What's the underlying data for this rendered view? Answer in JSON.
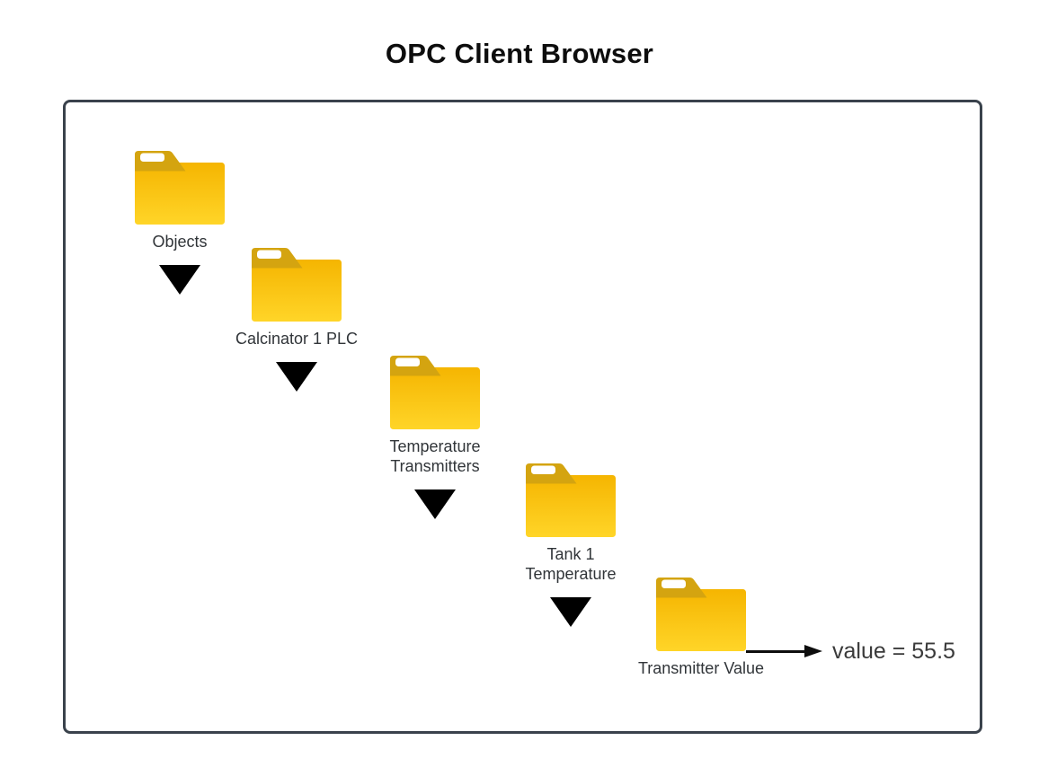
{
  "title": "OPC Client Browser",
  "browser": {
    "nodes": [
      {
        "label": "Objects",
        "icon": "folder-icon",
        "expanded": true
      },
      {
        "label": "Calcinator 1 PLC",
        "icon": "folder-icon",
        "expanded": true
      },
      {
        "label": "Temperature Transmitters",
        "icon": "folder-icon",
        "expanded": true
      },
      {
        "label": "Tank 1 Temperature",
        "icon": "folder-icon",
        "expanded": true
      },
      {
        "label": "Transmitter Value",
        "icon": "folder-icon",
        "expanded": false
      }
    ],
    "value_annotation": "value = 55.5"
  },
  "colors": {
    "frame_border": "#3A424C",
    "folder_tab": "#D4A410",
    "folder_body_top": "#F5B501",
    "folder_body_bottom": "#FFD528",
    "expand_arrow": "#000000",
    "label_text": "#313539",
    "title_text": "#0D0D0D"
  }
}
